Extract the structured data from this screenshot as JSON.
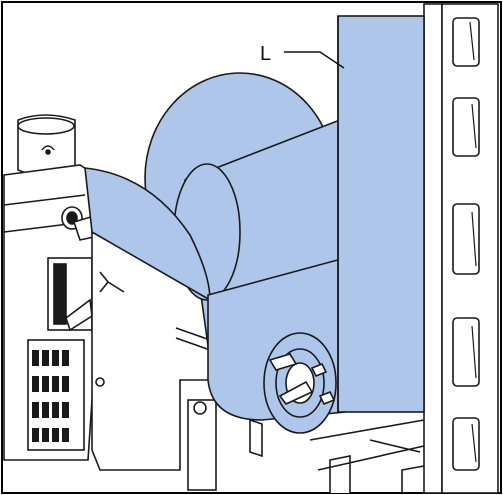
{
  "figure": {
    "callouts": [
      {
        "id": "L",
        "text": "L"
      }
    ],
    "colors": {
      "highlight_fill": "#aec6ea",
      "highlight_shade": "#9db7df",
      "line": "#1a1a1a",
      "frame_fill": "#ffffff",
      "hatch_dark": "#222222"
    },
    "icons": [
      "scanner-machine-illustration",
      "web-roll-icon",
      "roll-core-lock-icon"
    ]
  }
}
